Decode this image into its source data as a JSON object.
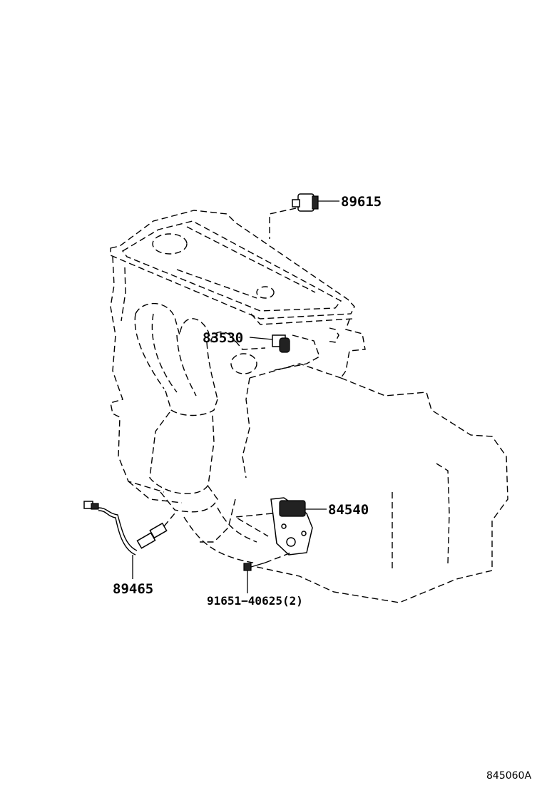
{
  "labels": {
    "p89615": "89615",
    "p83530": "83530",
    "p84540": "84540",
    "p89465": "89465",
    "p91651": "91651−40625(2)"
  },
  "diagram_code": "845060A"
}
